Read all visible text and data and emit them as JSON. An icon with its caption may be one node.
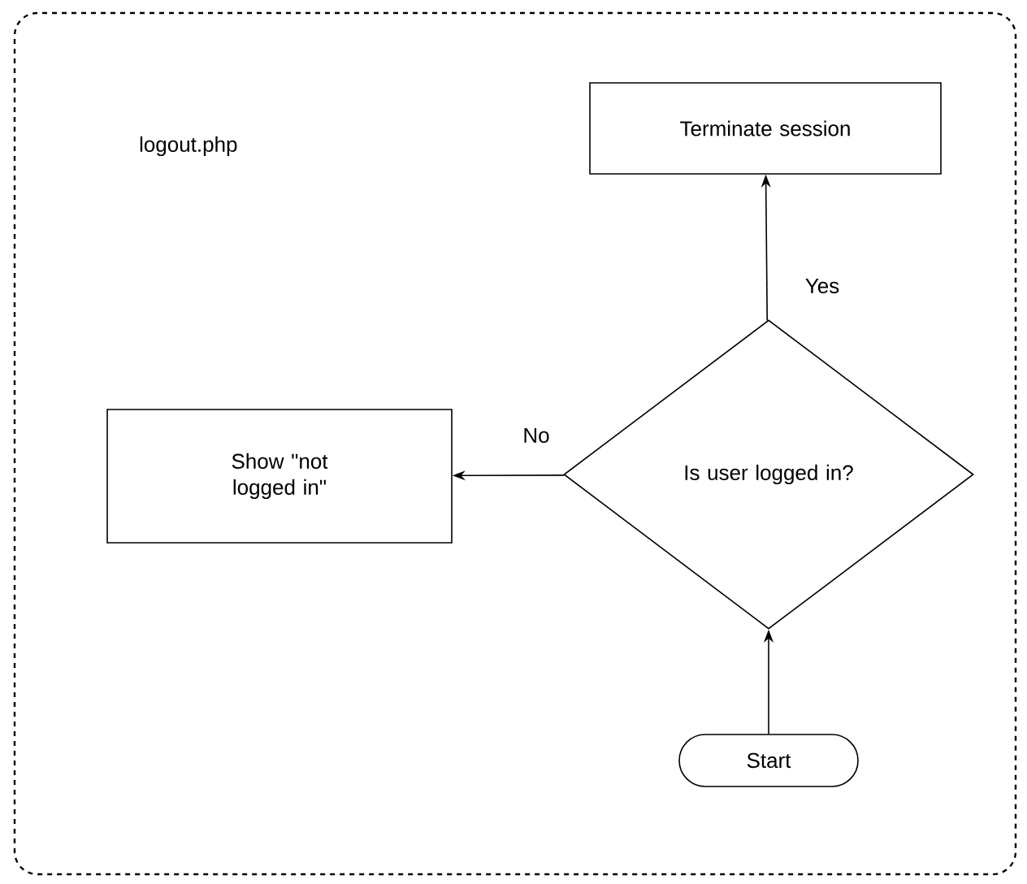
{
  "diagram": {
    "nodes": [
      {
        "text": [
          "logout.php"
        ]
      },
      {
        "text": [
          "Terminate session"
        ],
        "in": 0
      },
      {
        "text": [
          "Show \"not logged in\""
        ],
        "in": 0
      },
      {
        "text": [
          "Is user logged in?"
        ],
        "in": 0
      },
      {
        "text": [
          "Start"
        ],
        "in": 0
      }
    ],
    "edges": [
      {
        "from": 4,
        "to": 3,
        "arrow": "to"
      },
      {
        "from": 3,
        "to": 1,
        "arrow": "to",
        "label": "Yes"
      },
      {
        "from": 3,
        "to": 2,
        "arrow": "to",
        "label": "No"
      }
    ]
  }
}
